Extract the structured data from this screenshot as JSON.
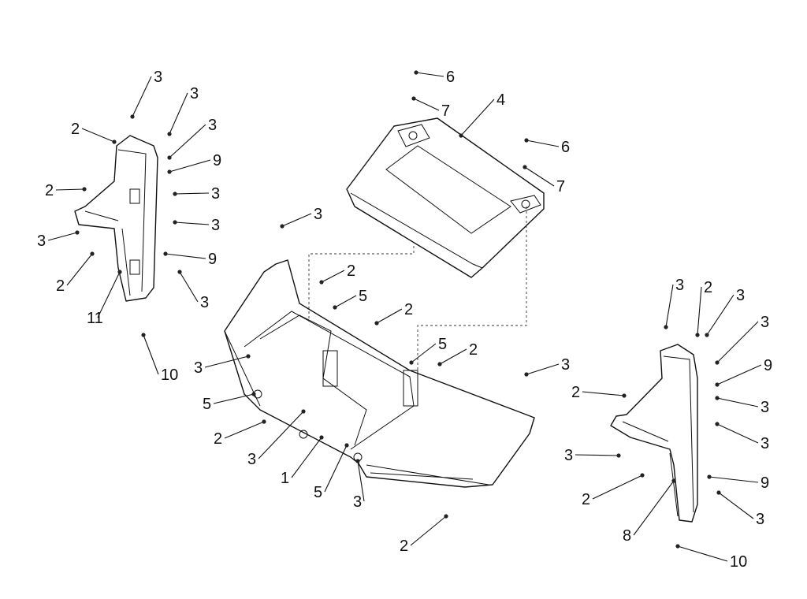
{
  "diagram": {
    "type": "exploded-parts-view",
    "callouts": [
      {
        "num": "3"
      },
      {
        "num": "3"
      },
      {
        "num": "2"
      },
      {
        "num": "3"
      },
      {
        "num": "9"
      },
      {
        "num": "2"
      },
      {
        "num": "3"
      },
      {
        "num": "3"
      },
      {
        "num": "3"
      },
      {
        "num": "2"
      },
      {
        "num": "9"
      },
      {
        "num": "11"
      },
      {
        "num": "3"
      },
      {
        "num": "10"
      },
      {
        "num": "6"
      },
      {
        "num": "7"
      },
      {
        "num": "4"
      },
      {
        "num": "6"
      },
      {
        "num": "7"
      },
      {
        "num": "3"
      },
      {
        "num": "2"
      },
      {
        "num": "5"
      },
      {
        "num": "2"
      },
      {
        "num": "5"
      },
      {
        "num": "2"
      },
      {
        "num": "3"
      },
      {
        "num": "3"
      },
      {
        "num": "5"
      },
      {
        "num": "2"
      },
      {
        "num": "3"
      },
      {
        "num": "1"
      },
      {
        "num": "5"
      },
      {
        "num": "3"
      },
      {
        "num": "2"
      },
      {
        "num": "3"
      },
      {
        "num": "2"
      },
      {
        "num": "3"
      },
      {
        "num": "3"
      },
      {
        "num": "9"
      },
      {
        "num": "2"
      },
      {
        "num": "3"
      },
      {
        "num": "3"
      },
      {
        "num": "3"
      },
      {
        "num": "9"
      },
      {
        "num": "2"
      },
      {
        "num": "3"
      },
      {
        "num": "8"
      },
      {
        "num": "10"
      }
    ]
  }
}
